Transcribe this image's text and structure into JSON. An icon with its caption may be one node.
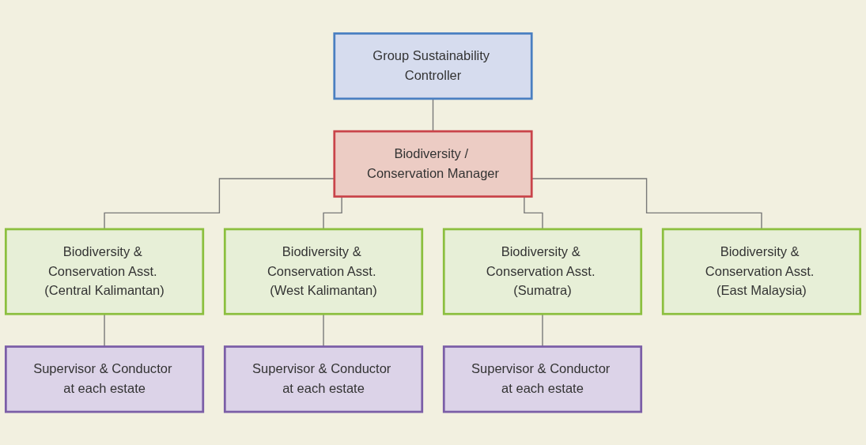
{
  "diagram": {
    "nodes": [
      {
        "text": [
          "Group Sustainability Controller"
        ]
      },
      {
        "text": [
          "Biodiversity / Conservation Manager"
        ]
      },
      {
        "text": [
          "Biodiversity & Conservation Asst. (Central Kalimantan)"
        ]
      },
      {
        "text": [
          "Biodiversity & Conservation Asst. (West Kalimantan)"
        ]
      },
      {
        "text": [
          "Biodiversity & Conservation Asst. (Sumatra)"
        ]
      },
      {
        "text": [
          "Biodiversity & Conservation Asst. (East Malaysia)"
        ]
      },
      {
        "text": [
          "Supervisor & Conductor at each estate"
        ]
      },
      {
        "text": [
          "Supervisor & Conductor at each estate"
        ]
      },
      {
        "text": [
          "Supervisor & Conductor at each estate"
        ]
      }
    ],
    "edges": [
      {
        "from": 0,
        "to": 1,
        "arrow": "none"
      },
      {
        "from": 1,
        "to": 2,
        "arrow": "none"
      },
      {
        "from": 1,
        "to": 3,
        "arrow": "none"
      },
      {
        "from": 1,
        "to": 4,
        "arrow": "none"
      },
      {
        "from": 1,
        "to": 5,
        "arrow": "none"
      },
      {
        "from": 2,
        "to": 6,
        "arrow": "none"
      },
      {
        "from": 3,
        "to": 7,
        "arrow": "none"
      },
      {
        "from": 4,
        "to": 8,
        "arrow": "none"
      }
    ]
  }
}
